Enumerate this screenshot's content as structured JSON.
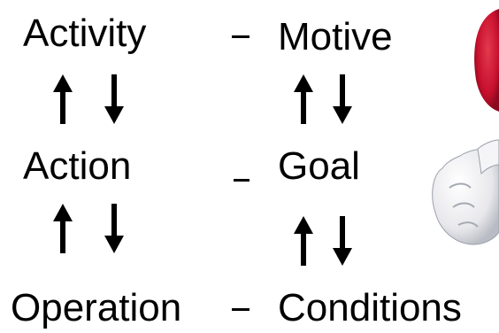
{
  "rows": [
    {
      "left": "Activity",
      "right": "Motive"
    },
    {
      "left": "Action",
      "right": "Goal"
    },
    {
      "left": "Operation",
      "right": "Conditions"
    }
  ],
  "colors": {
    "text": "#000000",
    "background": "#ffffff",
    "mascot_red": "#c8102e",
    "mascot_glove": "#f2f2f2"
  },
  "icons": [
    "arrow-up-icon",
    "arrow-down-icon",
    "cartoon-glove-icon"
  ]
}
